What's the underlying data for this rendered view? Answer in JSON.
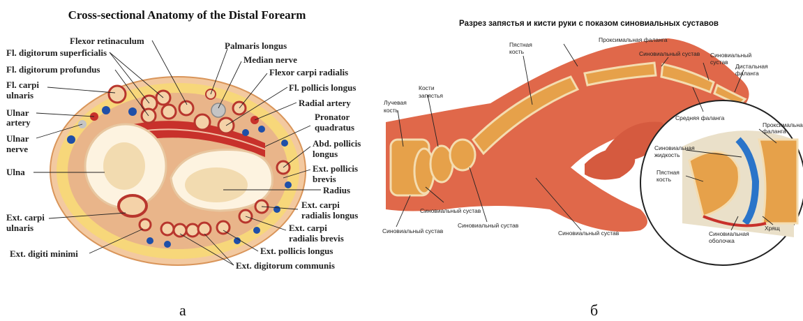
{
  "panel_a": {
    "title": "Cross-sectional Anatomy of the Distal Forearm",
    "caption": "а",
    "labels": {
      "flexor_retinaculum": "Flexor retinaculum",
      "palmaris_longus": "Palmaris longus",
      "fl_digitorum_superficialis": "Fl. digitorum superficialis",
      "median_nerve": "Median nerve",
      "fl_digitorum_profundus": "Fl. digitorum profundus",
      "flexor_carpi_radialis": "Flexor carpi radialis",
      "fl_carpi": "Fl. carpi",
      "ulnaris_1": "ulnaris",
      "fl_pollicis_longus": "Fl. pollicis longus",
      "radial_artery": "Radial artery",
      "ulnar": "Ulnar",
      "artery": "artery",
      "pronator": "Pronator",
      "quadratus": "quadratus",
      "ulnar_2": "Ulnar",
      "nerve": "nerve",
      "abd_pollicis": "Abd. pollicis",
      "longus_1": "longus",
      "ulna": "Ulna",
      "ext_pollicis": "Ext. pollicis",
      "brevis_1": "brevis",
      "radius": "Radius",
      "ext_carpi_1": "Ext. carpi",
      "radialis_longus": "radialis longus",
      "ext_carpi_2": "Ext. carpi",
      "ulnaris_2": "ulnaris",
      "ext_carpi_3": "Ext. carpi",
      "radialis_brevis": "radialis brevis",
      "ext_digiti_minimi": "Ext. digiti minimi",
      "ext_pollicis_longus": "Ext. pollicis longus",
      "ext_digitorum_communis": "Ext. digitorum communis"
    }
  },
  "panel_b": {
    "title": "Разрез запястья и кисти руки с показом синовиальных суставов",
    "caption": "б",
    "labels": {
      "proximal_phalanx": "Проксимальная фаланга",
      "pyastnaya": "Пястная",
      "kost_1": "кость",
      "kosti": "Кости",
      "zapyastya": "запястья",
      "luchevaya": "Лучевая",
      "kost_2": "кость",
      "synovial_joint_top": "Синовиальный сустав",
      "synovialny": "Синовиальный",
      "sustav": "сустав",
      "distalnaya": "Дистальная",
      "falanga_1": "фаланга",
      "middle_phalanx": "Средняя фаланга",
      "proksimalnaya": "Проксимальная",
      "falanga_2": "фаланга",
      "synovialnaya": "Синовиальная",
      "zhidkost": "жидкость",
      "pyastnaya_2": "Пястная",
      "kost_3": "кость",
      "synovial_joint_1": "Синовиальный сустав",
      "synovial_joint_2": "Синовиальный сустав",
      "synovial_joint_3": "Синовиальный сустав",
      "synovial_joint_4": "Синовиальный сустав",
      "synovialnaya_2": "Синовиальная",
      "obolochka": "оболочка",
      "khryashch": "Хрящ"
    }
  }
}
